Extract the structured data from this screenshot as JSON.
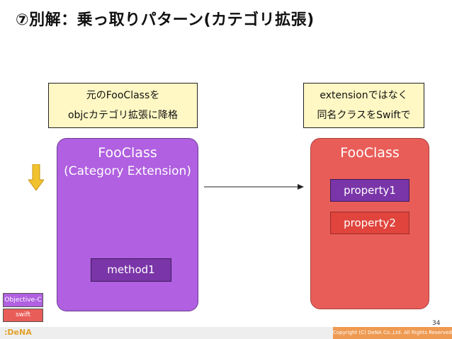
{
  "title": "⑦別解：乗っ取りパターン(カテゴリ拡張)",
  "notes": {
    "left": [
      "元のFooClassを",
      "objcカテゴリ拡張に降格"
    ],
    "right": [
      "extensionではなく",
      "同名クラスをSwiftで"
    ]
  },
  "left_class": {
    "title": "FooClass",
    "subtitle": "(Category Extension)",
    "method": "method1"
  },
  "right_class": {
    "title": "FooClass",
    "properties": [
      "property1",
      "property2"
    ]
  },
  "legend": {
    "objc": "Objective-C",
    "swift": "swift"
  },
  "page_number": "34",
  "footer": {
    "logo": ":DeNA",
    "copyright": "Copyright (C) DeNA Co.,Ltd. All Rights Reserved."
  },
  "colors": {
    "objc_purple": "#b060e0",
    "swift_red": "#e95d58",
    "note_yellow": "#fff8c4",
    "arrow_yellow": "#f2c12e",
    "footer_orange": "#ef9a52"
  },
  "icons": [
    "down-arrow-icon",
    "right-arrow-icon"
  ]
}
